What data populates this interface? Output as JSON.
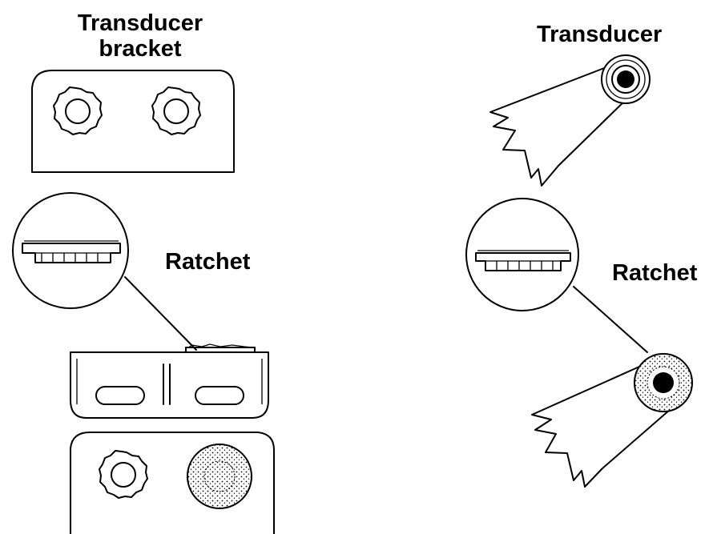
{
  "labels": {
    "transducer_bracket": "Transducer\nbracket",
    "ratchet_left": "Ratchet",
    "transducer_right": "Transducer",
    "ratchet_right": "Ratchet"
  },
  "colors": {
    "ink": "#000000",
    "background": "#ffffff"
  }
}
